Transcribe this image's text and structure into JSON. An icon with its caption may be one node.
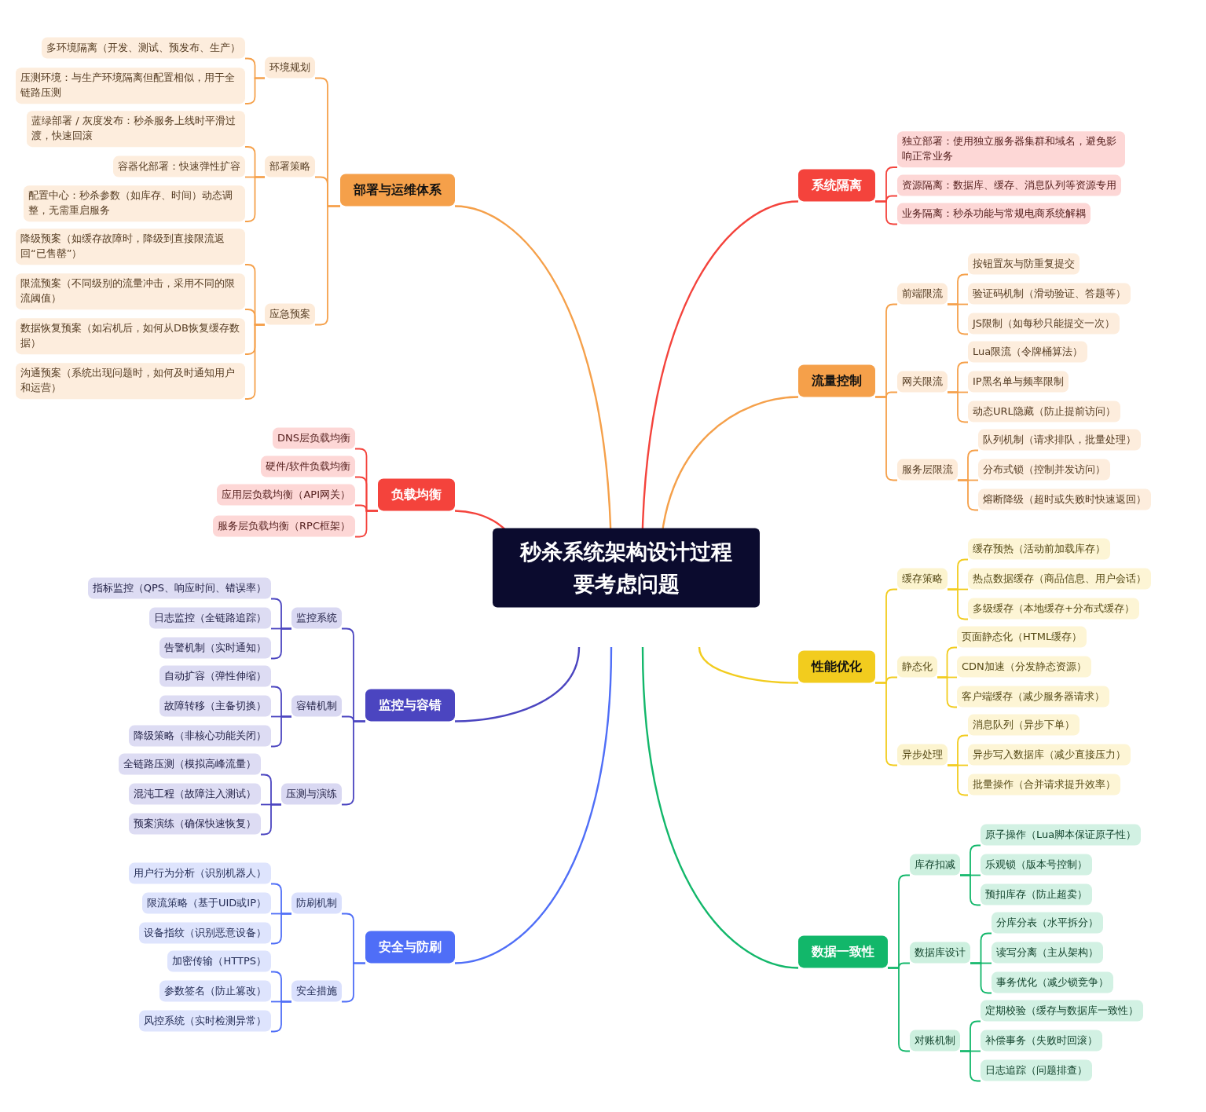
{
  "diagram": {
    "nodes": [
      {
        "text": [
          "秒杀系统架构设计过程要考虑问题"
        ]
      },
      {
        "text": [
          "部署与运维体系"
        ]
      },
      {
        "text": [
          "环境规划"
        ]
      },
      {
        "text": [
          "多环境隔离（开发、测试、预发布、生产）"
        ]
      },
      {
        "text": [
          "压测环境：与生产环境隔离但配置相似，用于全链路压测"
        ]
      },
      {
        "text": [
          "部署策略"
        ]
      },
      {
        "text": [
          "蓝绿部署 / 灰度发布：秒杀服务上线时平滑过渡，快速回滚"
        ]
      },
      {
        "text": [
          "容器化部署：快速弹性扩容"
        ]
      },
      {
        "text": [
          "配置中心：秒杀参数（如库存、时间）动态调整，无需重启服务"
        ]
      },
      {
        "text": [
          "应急预案"
        ]
      },
      {
        "text": [
          "降级预案（如缓存故障时，降级到直接限流返回“已售罄”）"
        ]
      },
      {
        "text": [
          "限流预案（不同级别的流量冲击，采用不同的限流阈值）"
        ]
      },
      {
        "text": [
          "数据恢复预案（如宕机后，如何从DB恢复缓存数据）"
        ]
      },
      {
        "text": [
          "沟通预案（系统出现问题时，如何及时通知用户和运营）"
        ]
      },
      {
        "text": [
          "负载均衡"
        ]
      },
      {
        "text": [
          "DNS层负载均衡"
        ]
      },
      {
        "text": [
          "硬件/软件负载均衡"
        ]
      },
      {
        "text": [
          "应用层负载均衡（API网关）"
        ]
      },
      {
        "text": [
          "服务层负载均衡（RPC框架）"
        ]
      },
      {
        "text": [
          "监控与容错"
        ]
      },
      {
        "text": [
          "监控系统"
        ]
      },
      {
        "text": [
          "指标监控（QPS、响应时间、错误率）"
        ]
      },
      {
        "text": [
          "日志监控（全链路追踪）"
        ]
      },
      {
        "text": [
          "告警机制（实时通知）"
        ]
      },
      {
        "text": [
          "容错机制"
        ]
      },
      {
        "text": [
          "自动扩容（弹性伸缩）"
        ]
      },
      {
        "text": [
          "故障转移（主备切换）"
        ]
      },
      {
        "text": [
          "降级策略（非核心功能关闭）"
        ]
      },
      {
        "text": [
          "压测与演练"
        ]
      },
      {
        "text": [
          "全链路压测（模拟高峰流量）"
        ]
      },
      {
        "text": [
          "混沌工程（故障注入测试）"
        ]
      },
      {
        "text": [
          "预案演练（确保快速恢复）"
        ]
      },
      {
        "text": [
          "安全与防刷"
        ]
      },
      {
        "text": [
          "防刷机制"
        ]
      },
      {
        "text": [
          "用户行为分析（识别机器人）"
        ]
      },
      {
        "text": [
          "限流策略（基于UID或IP）"
        ]
      },
      {
        "text": [
          "设备指纹（识别恶意设备）"
        ]
      },
      {
        "text": [
          "安全措施"
        ]
      },
      {
        "text": [
          "加密传输（HTTPS）"
        ]
      },
      {
        "text": [
          "参数签名（防止篡改）"
        ]
      },
      {
        "text": [
          "风控系统（实时检测异常）"
        ]
      },
      {
        "text": [
          "系统隔离"
        ]
      },
      {
        "text": [
          "独立部署：使用独立服务器集群和域名，避免影响正常业务"
        ]
      },
      {
        "text": [
          "资源隔离：数据库、缓存、消息队列等资源专用"
        ]
      },
      {
        "text": [
          "业务隔离：秒杀功能与常规电商系统解耦"
        ]
      },
      {
        "text": [
          "流量控制"
        ]
      },
      {
        "text": [
          "前端限流"
        ]
      },
      {
        "text": [
          "按钮置灰与防重复提交"
        ]
      },
      {
        "text": [
          "验证码机制（滑动验证、答题等）"
        ]
      },
      {
        "text": [
          "JS限制（如每秒只能提交一次）"
        ]
      },
      {
        "text": [
          "网关限流"
        ]
      },
      {
        "text": [
          "Lua限流（令牌桶算法）"
        ]
      },
      {
        "text": [
          "IP黑名单与频率限制"
        ]
      },
      {
        "text": [
          "动态URL隐藏（防止提前访问）"
        ]
      },
      {
        "text": [
          "服务层限流"
        ]
      },
      {
        "text": [
          "队列机制（请求排队，批量处理）"
        ]
      },
      {
        "text": [
          "分布式锁（控制并发访问）"
        ]
      },
      {
        "text": [
          "熔断降级（超时或失败时快速返回）"
        ]
      },
      {
        "text": [
          "性能优化"
        ]
      },
      {
        "text": [
          "缓存策略"
        ]
      },
      {
        "text": [
          "缓存预热（活动前加载库存）"
        ]
      },
      {
        "text": [
          "热点数据缓存（商品信息、用户会话）"
        ]
      },
      {
        "text": [
          "多级缓存（本地缓存+分布式缓存）"
        ]
      },
      {
        "text": [
          "静态化"
        ]
      },
      {
        "text": [
          "页面静态化（HTML缓存）"
        ]
      },
      {
        "text": [
          "CDN加速（分发静态资源）"
        ]
      },
      {
        "text": [
          "客户端缓存（减少服务器请求）"
        ]
      },
      {
        "text": [
          "异步处理"
        ]
      },
      {
        "text": [
          "消息队列（异步下单）"
        ]
      },
      {
        "text": [
          "异步写入数据库（减少直接压力）"
        ]
      },
      {
        "text": [
          "批量操作（合并请求提升效率）"
        ]
      },
      {
        "text": [
          "数据一致性"
        ]
      },
      {
        "text": [
          "库存扣减"
        ]
      },
      {
        "text": [
          "原子操作（Lua脚本保证原子性）"
        ]
      },
      {
        "text": [
          "乐观锁（版本号控制）"
        ]
      },
      {
        "text": [
          "预扣库存（防止超卖）"
        ]
      },
      {
        "text": [
          "数据库设计"
        ]
      },
      {
        "text": [
          "分库分表（水平拆分）"
        ]
      },
      {
        "text": [
          "读写分离（主从架构）"
        ]
      },
      {
        "text": [
          "事务优化（减少锁竞争）"
        ]
      },
      {
        "text": [
          "对账机制"
        ]
      },
      {
        "text": [
          "定期校验（缓存与数据库一致性）"
        ]
      },
      {
        "text": [
          "补偿事务（失败时回滚）"
        ]
      },
      {
        "text": [
          "日志追踪（问题排查）"
        ]
      }
    ],
    "edges": [
      {
        "from": 0,
        "to": 1,
        "arrow": "none"
      },
      {
        "from": 1,
        "to": 2,
        "arrow": "none"
      },
      {
        "from": 2,
        "to": 3,
        "arrow": "none"
      },
      {
        "from": 2,
        "to": 4,
        "arrow": "none"
      },
      {
        "from": 1,
        "to": 5,
        "arrow": "none"
      },
      {
        "from": 5,
        "to": 6,
        "arrow": "none"
      },
      {
        "from": 5,
        "to": 7,
        "arrow": "none"
      },
      {
        "from": 5,
        "to": 8,
        "arrow": "none"
      },
      {
        "from": 1,
        "to": 9,
        "arrow": "none"
      },
      {
        "from": 9,
        "to": 10,
        "arrow": "none"
      },
      {
        "from": 9,
        "to": 11,
        "arrow": "none"
      },
      {
        "from": 9,
        "to": 12,
        "arrow": "none"
      },
      {
        "from": 9,
        "to": 13,
        "arrow": "none"
      },
      {
        "from": 0,
        "to": 14,
        "arrow": "none",
        "color": "#f4433c"
      },
      {
        "from": 14,
        "to": 15,
        "arrow": "none",
        "color": "#f4433c"
      },
      {
        "from": 14,
        "to": 16,
        "arrow": "none",
        "color": "#f4433c"
      },
      {
        "from": 14,
        "to": 17,
        "arrow": "none",
        "color": "#f4433c"
      },
      {
        "from": 14,
        "to": 18,
        "arrow": "none",
        "color": "#f4433c"
      },
      {
        "from": 0,
        "to": 19,
        "arrow": "none",
        "color": "#4b45c0"
      },
      {
        "from": 19,
        "to": 20,
        "arrow": "none",
        "color": "#4b45c0"
      },
      {
        "from": 20,
        "to": 21,
        "arrow": "none",
        "color": "#4b45c0"
      },
      {
        "from": 20,
        "to": 22,
        "arrow": "none",
        "color": "#4b45c0"
      },
      {
        "from": 20,
        "to": 23,
        "arrow": "none",
        "color": "#4b45c0"
      },
      {
        "from": 19,
        "to": 24,
        "arrow": "none",
        "color": "#4b45c0"
      },
      {
        "from": 24,
        "to": 25,
        "arrow": "none",
        "color": "#4b45c0"
      },
      {
        "from": 24,
        "to": 26,
        "arrow": "none",
        "color": "#4b45c0"
      },
      {
        "from": 24,
        "to": 27,
        "arrow": "none",
        "color": "#4b45c0"
      },
      {
        "from": 19,
        "to": 28,
        "arrow": "none",
        "color": "#4b45c0"
      },
      {
        "from": 28,
        "to": 29,
        "arrow": "none",
        "color": "#4b45c0"
      },
      {
        "from": 28,
        "to": 30,
        "arrow": "none",
        "color": "#4b45c0"
      },
      {
        "from": 28,
        "to": 31,
        "arrow": "none",
        "color": "#4b45c0"
      },
      {
        "from": 0,
        "to": 32,
        "arrow": "none",
        "color": "#4f6ef7"
      },
      {
        "from": 32,
        "to": 33,
        "arrow": "none",
        "color": "#4f6ef7"
      },
      {
        "from": 33,
        "to": 34,
        "arrow": "none",
        "color": "#4f6ef7"
      },
      {
        "from": 33,
        "to": 35,
        "arrow": "none",
        "color": "#4f6ef7"
      },
      {
        "from": 33,
        "to": 36,
        "arrow": "none",
        "color": "#4f6ef7"
      },
      {
        "from": 32,
        "to": 37,
        "arrow": "none",
        "color": "#4f6ef7"
      },
      {
        "from": 37,
        "to": 38,
        "arrow": "none",
        "color": "#4f6ef7"
      },
      {
        "from": 37,
        "to": 39,
        "arrow": "none",
        "color": "#4f6ef7"
      },
      {
        "from": 37,
        "to": 40,
        "arrow": "none",
        "color": "#4f6ef7"
      },
      {
        "from": 0,
        "to": 41,
        "arrow": "none",
        "color": "#f4433c"
      },
      {
        "from": 41,
        "to": 42,
        "arrow": "none",
        "color": "#f4433c"
      },
      {
        "from": 41,
        "to": 43,
        "arrow": "none",
        "color": "#f4433c"
      },
      {
        "from": 41,
        "to": 44,
        "arrow": "none",
        "color": "#f4433c"
      },
      {
        "from": 0,
        "to": 45,
        "arrow": "none"
      },
      {
        "from": 45,
        "to": 46,
        "arrow": "none"
      },
      {
        "from": 46,
        "to": 47,
        "arrow": "none"
      },
      {
        "from": 46,
        "to": 48,
        "arrow": "none"
      },
      {
        "from": 46,
        "to": 49,
        "arrow": "none"
      },
      {
        "from": 45,
        "to": 50,
        "arrow": "none"
      },
      {
        "from": 50,
        "to": 51,
        "arrow": "none"
      },
      {
        "from": 50,
        "to": 52,
        "arrow": "none"
      },
      {
        "from": 50,
        "to": 53,
        "arrow": "none"
      },
      {
        "from": 45,
        "to": 54,
        "arrow": "none"
      },
      {
        "from": 54,
        "to": 55,
        "arrow": "none"
      },
      {
        "from": 54,
        "to": 56,
        "arrow": "none"
      },
      {
        "from": 54,
        "to": 57,
        "arrow": "none"
      },
      {
        "from": 0,
        "to": 58,
        "arrow": "none",
        "color": "#f2cc1e"
      },
      {
        "from": 58,
        "to": 59,
        "arrow": "none",
        "color": "#f2cc1e"
      },
      {
        "from": 59,
        "to": 60,
        "arrow": "none",
        "color": "#f2cc1e"
      },
      {
        "from": 59,
        "to": 61,
        "arrow": "none",
        "color": "#f2cc1e"
      },
      {
        "from": 59,
        "to": 62,
        "arrow": "none",
        "color": "#f2cc1e"
      },
      {
        "from": 58,
        "to": 63,
        "arrow": "none",
        "color": "#f2cc1e"
      },
      {
        "from": 63,
        "to": 64,
        "arrow": "none",
        "color": "#f2cc1e"
      },
      {
        "from": 63,
        "to": 65,
        "arrow": "none",
        "color": "#f2cc1e"
      },
      {
        "from": 63,
        "to": 66,
        "arrow": "none",
        "color": "#f2cc1e"
      },
      {
        "from": 58,
        "to": 67,
        "arrow": "none",
        "color": "#f2cc1e"
      },
      {
        "from": 67,
        "to": 68,
        "arrow": "none",
        "color": "#f2cc1e"
      },
      {
        "from": 67,
        "to": 69,
        "arrow": "none",
        "color": "#f2cc1e"
      },
      {
        "from": 67,
        "to": 70,
        "arrow": "none",
        "color": "#f2cc1e"
      },
      {
        "from": 0,
        "to": 71,
        "arrow": "none",
        "color": "#12b76a"
      },
      {
        "from": 71,
        "to": 72,
        "arrow": "none",
        "color": "#12b76a"
      },
      {
        "from": 72,
        "to": 73,
        "arrow": "none",
        "color": "#12b76a"
      },
      {
        "from": 72,
        "to": 74,
        "arrow": "none",
        "color": "#12b76a"
      },
      {
        "from": 72,
        "to": 75,
        "arrow": "none",
        "color": "#12b76a"
      },
      {
        "from": 71,
        "to": 76,
        "arrow": "none",
        "color": "#12b76a"
      },
      {
        "from": 76,
        "to": 77,
        "arrow": "none",
        "color": "#12b76a"
      },
      {
        "from": 76,
        "to": 78,
        "arrow": "none",
        "color": "#12b76a"
      },
      {
        "from": 76,
        "to": 79,
        "arrow": "none",
        "color": "#12b76a"
      },
      {
        "from": 71,
        "to": 80,
        "arrow": "none",
        "color": "#12b76a"
      },
      {
        "from": 80,
        "to": 81,
        "arrow": "none",
        "color": "#12b76a"
      },
      {
        "from": 80,
        "to": 82,
        "arrow": "none",
        "color": "#12b76a"
      },
      {
        "from": 80,
        "to": 83,
        "arrow": "none",
        "color": "#12b76a"
      }
    ]
  }
}
